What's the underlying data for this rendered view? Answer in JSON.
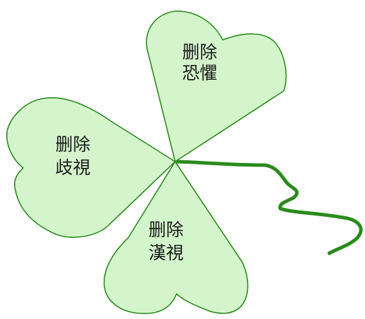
{
  "leaves": [
    {
      "line1": "删除",
      "line2": "恐懼"
    },
    {
      "line1": "删除",
      "line2": "歧視"
    },
    {
      "line1": "删除",
      "line2": "漢視"
    }
  ],
  "colors": {
    "leaf_fill": "#d4f5cc",
    "leaf_outline": "#2e8b1e",
    "stem": "#2b8a1d",
    "text": "#1a1a1a",
    "background": "#ffffff"
  }
}
